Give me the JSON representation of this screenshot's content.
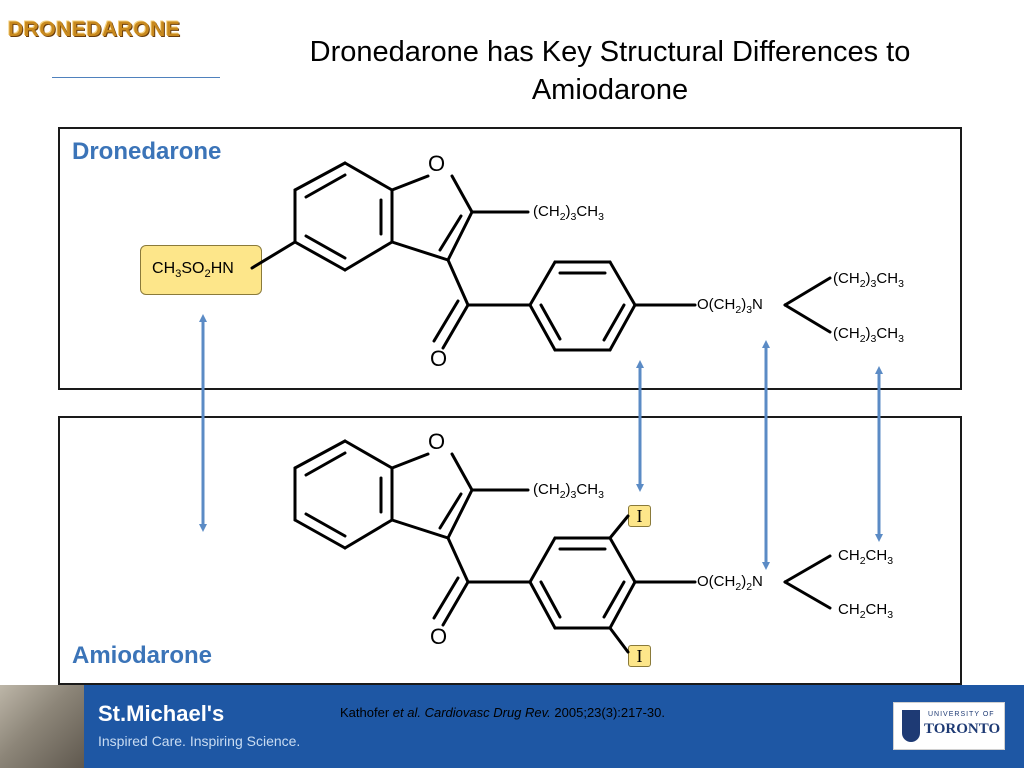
{
  "header": {
    "logo_text": "DRONEDARONE",
    "title_line1": "Dronedarone has Key Structural Differences to",
    "title_line2": "Amiodarone"
  },
  "dronedarone_panel": {
    "label": "Dronedarone",
    "ring_oxygen": "O",
    "carbonyl_oxygen": "O",
    "butyl_chain": "(CH2)3CH3",
    "sulfonamide": "CH3SO2HN",
    "linker": "O(CH2)3N",
    "n_substituent_1": "(CH2)3CH3",
    "n_substituent_2": "(CH2)3CH3"
  },
  "amiodarone_panel": {
    "label": "Amiodarone",
    "ring_oxygen": "O",
    "carbonyl_oxygen": "O",
    "butyl_chain": "(CH2)3CH3",
    "iodine_top": "I",
    "iodine_bottom": "I",
    "linker": "O(CH2)2N",
    "n_substituent_1": "CH2CH3",
    "n_substituent_2": "CH2CH3"
  },
  "colors": {
    "accent": "#3b74b8",
    "arrow": "#5b8bc5",
    "highlight": "#fde68a",
    "footer": "#1e57a4"
  },
  "footer": {
    "brand_name": "St.Michael's",
    "brand_tagline": "Inspired Care. Inspiring Science.",
    "citation_author": "Kathofer",
    "citation_etal": "et al.",
    "citation_journal": "Cardiovasc Drug Rev.",
    "citation_details": "2005;23(3):217-30.",
    "uoft_small": "UNIVERSITY OF",
    "uoft_big": "TORONTO"
  }
}
